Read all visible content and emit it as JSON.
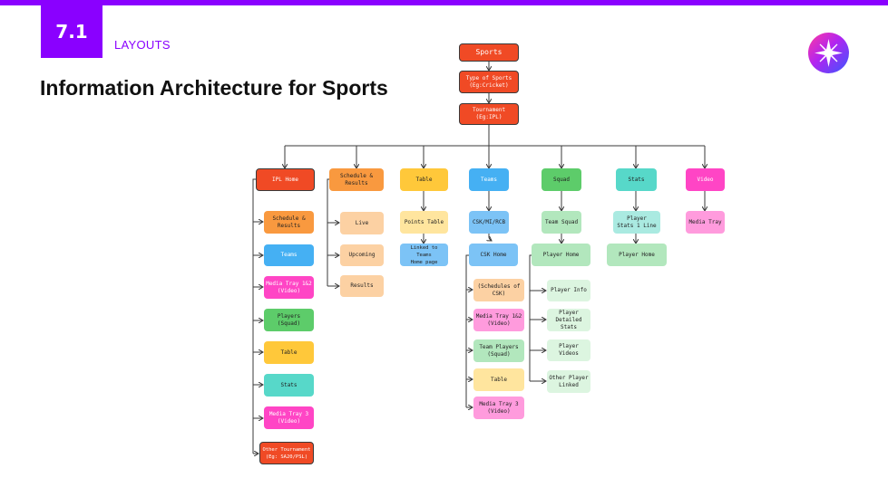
{
  "section": {
    "number": "7.1",
    "label": "LAYOUTS"
  },
  "title": "Information Architecture for Sports",
  "logo_icon": "sparkle-star-icon",
  "colors": {
    "accent": "#8a00ff",
    "red": "#f04a25",
    "orange": "#f9993f",
    "peach": "#fcd1a3",
    "yellow": "#ffc83a",
    "light_yellow": "#ffe59e",
    "blue": "#45b0f3",
    "light_blue": "#7cc3f6",
    "green": "#5dcc6a",
    "light_green": "#b2e7bd",
    "pale_green": "#dcf5e0",
    "teal": "#57d8c9",
    "pale_teal": "#aaeae1",
    "pink": "#ff45c5",
    "light_pink": "#ff9bdd",
    "edge": "#3a3a3a"
  },
  "nodes": {
    "sports": "Sports",
    "type_of_sports": "Type of Sports\n(Eg:Cricket)",
    "tournament": "Tournament\n(Eg:IPL)",
    "ipl_home": "IPL Home",
    "schedule_results": "Schedule &\nResults",
    "table": "Table",
    "teams": "Teams",
    "squad": "Squad",
    "stats": "Stats",
    "video": "Video",
    "ipl_schedule": "Schedule &\nResults",
    "ipl_teams": "Teams",
    "ipl_media_tray_12": "Media Tray 1&2\n(Video)",
    "ipl_players": "Players\n(Squad)",
    "ipl_table": "Table",
    "ipl_stats": "Stats",
    "ipl_media_tray_3": "Media Tray 3\n(Video)",
    "ipl_other_tournament": "Other Tournament\n(Eg: SA20/PSL)",
    "live": "Live",
    "upcoming": "Upcoming",
    "results": "Results",
    "points_table": "Points Table",
    "linked_to_teams": "Linked to Teams\nHome page",
    "csk_mi_rcb": "CSK/MI/RCB",
    "csk_home": "CSK Home",
    "csk_schedules": "(Schedules of\nCSK)",
    "csk_media_tray_12": "Media Tray 1&2\n(Video)",
    "csk_team_players": "Team Players\n(Squad)",
    "csk_table": "Table",
    "csk_media_tray_3": "Media Tray 3\n(Video)",
    "team_squad": "Team Squad",
    "player_home": "Player Home",
    "player_info": "Player Info",
    "player_detailed_stats": "Player\nDetailed Stats",
    "player_videos": "Player Videos",
    "other_player_linked": "Other Player\nLinked",
    "player_stats_line": "Player\nStats 1 Line",
    "stats_player_home": "Player Home",
    "media_tray": "Media Tray"
  }
}
